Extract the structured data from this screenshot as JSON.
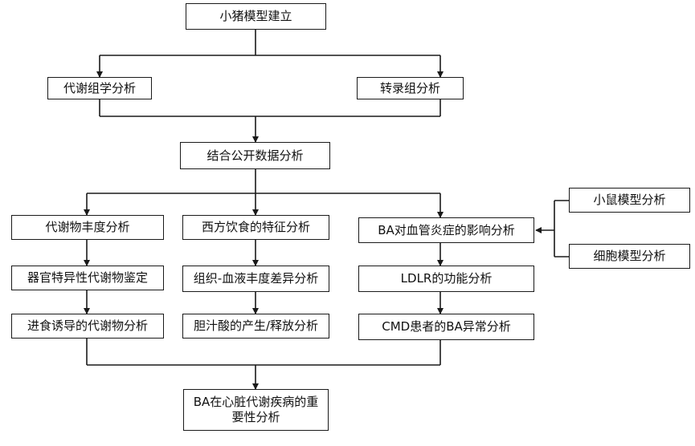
{
  "nodes": {
    "root": "小猪模型建立",
    "metabolomics": "代谢组学分析",
    "transcriptomics": "转录组分析",
    "public_data": "结合公开数据分析",
    "col1_a": "代谢物丰度分析",
    "col1_b": "器官特异性代谢物鉴定",
    "col1_c": "进食诱导的代谢物分析",
    "col2_a": "西方饮食的特征分析",
    "col2_b": "组织-血液丰度差异分析",
    "col2_c": "胆汁酸的产生/释放分析",
    "col3_a": "BA对血管炎症的影响分析",
    "col3_b": "LDLR的功能分析",
    "col3_c": "CMD患者的BA异常分析",
    "mouse_model": "小鼠模型分析",
    "cell_model": "细胞模型分析",
    "final": "BA在心脏代谢疾病的重要性分析"
  }
}
